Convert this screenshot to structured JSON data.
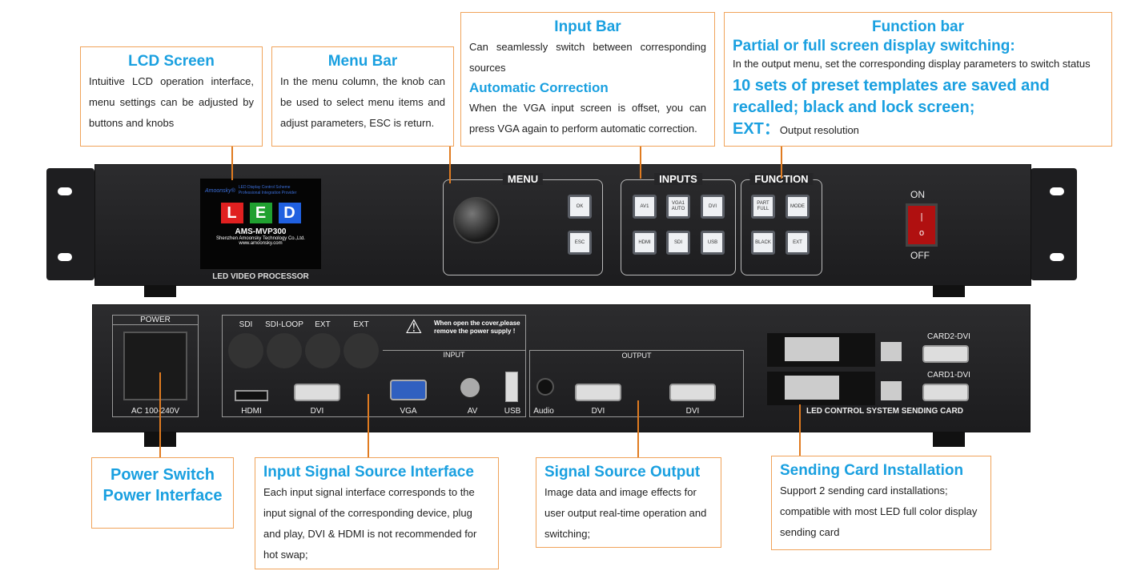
{
  "callouts": {
    "lcd": {
      "title": "LCD Screen",
      "text": "Intuitive LCD operation interface, menu settings can be adjusted by buttons and knobs"
    },
    "menu": {
      "title": "Menu Bar",
      "text": "In the menu column, the knob can be used to select menu items and adjust parameters, ESC is return."
    },
    "input": {
      "title": "Input Bar",
      "text": "Can seamlessly switch between corresponding sources",
      "sub": "Automatic Correction",
      "sub_text": "When the VGA input screen is offset, you can press VGA again to perform automatic correction."
    },
    "function": {
      "title": "Function bar",
      "sub": "Partial or full screen display switching:",
      "sub_text": "In the output menu, set the corresponding display parameters to switch status",
      "big": "10 sets of preset templates are saved and recalled; black and lock screen;",
      "ext_label": "EXT：",
      "ext_text": "Output resolution"
    },
    "power": {
      "title1": "Power Switch",
      "title2": "Power Interface"
    },
    "input_signal": {
      "title": "Input Signal Source Interface",
      "text": "Each input signal interface corresponds to the input signal of the corresponding device, plug and play, DVI & HDMI is not recommended for hot swap;"
    },
    "output": {
      "title": "Signal Source Output",
      "text": "Image data and image effects for user output real-time operation and switching;"
    },
    "sending": {
      "title": "Sending Card Installation",
      "text": "Support 2 sending card installations; compatible with most LED full color display sending card"
    }
  },
  "front": {
    "lcd": {
      "brand": "Amoonsky®",
      "slogan1": "LED Display Control Scheme",
      "slogan2": "Professional Integration Provider",
      "letters": [
        "L",
        "E",
        "D"
      ],
      "letter_colors": [
        "#e02020",
        "#20a030",
        "#2060e0"
      ],
      "model": "AMS-MVP300",
      "company": "Shenzhen Amoonsky Technology Co.,Ltd.",
      "url": "www.amoonsky.com"
    },
    "device_label": "LED VIDEO PROCESSOR",
    "menu_label": "MENU",
    "menu_keys": [
      "OK",
      "ESC"
    ],
    "inputs_label": "INPUTS",
    "input_keys": [
      "AV1",
      "VGA1 AUTO",
      "DVI",
      "HDMI",
      "SDI",
      "USB"
    ],
    "function_label": "FUNCTION",
    "function_keys": [
      "PART FULL",
      "MODE",
      "BLACK",
      "EXT"
    ],
    "switch_on": "ON",
    "switch_off": "OFF"
  },
  "rear": {
    "power_label": "POWER",
    "power_rating": "AC 100-240V",
    "bnc_labels": [
      "SDI",
      "SDI-LOOP",
      "EXT",
      "EXT"
    ],
    "warning": "When open the cover,please remove the power supply !",
    "input_label": "INPUT",
    "input_ports": [
      "HDMI",
      "DVI",
      "VGA",
      "AV",
      "USB"
    ],
    "output_label": "OUTPUT",
    "output_ports": [
      "Audio",
      "DVI",
      "DVI"
    ],
    "card2": "CARD2-DVI",
    "card1": "CARD1-DVI",
    "card_label": "LED CONTROL SYSTEM SENDING CARD"
  }
}
